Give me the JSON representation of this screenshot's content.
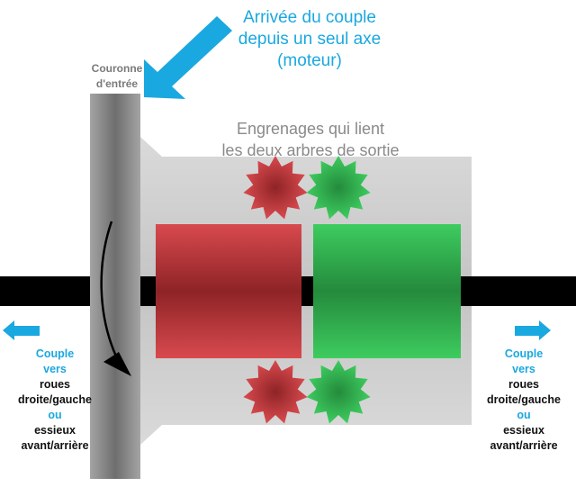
{
  "labels": {
    "input_torque": [
      "Arrivée du couple",
      "depuis un seul axe",
      "(moteur)"
    ],
    "input_ring": [
      "Couronne",
      "d'entrée"
    ],
    "gears": [
      "Engrenages qui lient",
      "les deux arbres de sortie"
    ]
  },
  "outputs": {
    "left": {
      "couple": "Couple",
      "vers": "vers",
      "line1": "roues",
      "line2": "droite/gauche",
      "ou": "ou",
      "line3": "essieux",
      "line4": "avant/arrière"
    },
    "right": {
      "couple": "Couple",
      "vers": "vers",
      "line1": "roues",
      "line2": "droite/gauche",
      "ou": "ou",
      "line3": "essieux",
      "line4": "avant/arrière"
    }
  },
  "colors": {
    "accent_blue": "#1aa8e0",
    "red_part": "#c8383c",
    "green_part": "#34be55",
    "shaft": "#000000",
    "housing": "#dcdcdc",
    "ring": "#8e8e8e"
  },
  "icons": [
    "input-arrow-icon",
    "rotation-arrow-icon",
    "left-output-arrow-icon",
    "right-output-arrow-icon",
    "gear-icon"
  ]
}
